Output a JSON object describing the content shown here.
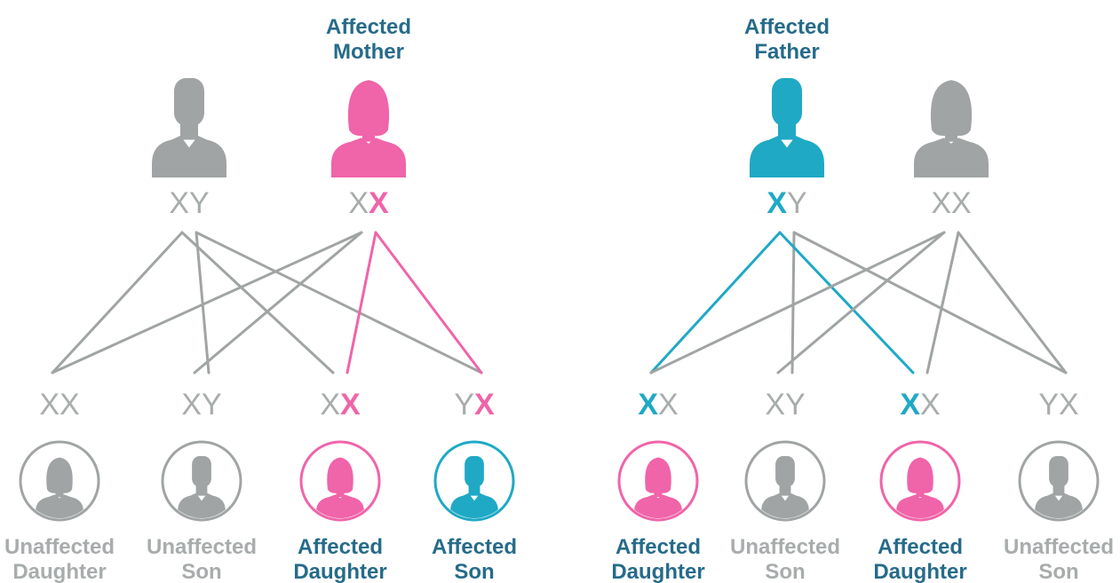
{
  "colors": {
    "gray": "#a0a4a4",
    "gray_text": "#a8acac",
    "pink": "#f064a9",
    "teal": "#1fa9c5",
    "title": "#266b8a"
  },
  "panels": [
    {
      "id": "mother",
      "title": [
        "Affected",
        "Mother"
      ],
      "parents": [
        {
          "sex": "male",
          "status": "unaffected",
          "icon": "man-silhouette-icon",
          "genotype": [
            {
              "t": "X",
              "c": "gray"
            },
            {
              "t": "Y",
              "c": "gray"
            }
          ]
        },
        {
          "sex": "female",
          "status": "affected",
          "icon": "woman-silhouette-icon",
          "genotype": [
            {
              "t": "X",
              "c": "gray"
            },
            {
              "t": "X",
              "c": "pink",
              "bold": true
            }
          ]
        }
      ],
      "children": [
        {
          "sex": "female",
          "status": "unaffected",
          "icon": "woman-avatar-icon",
          "genotype": [
            {
              "t": "X",
              "c": "gray"
            },
            {
              "t": "X",
              "c": "gray"
            }
          ],
          "label": [
            "Unaffected",
            "Daughter"
          ]
        },
        {
          "sex": "male",
          "status": "unaffected",
          "icon": "man-avatar-icon",
          "genotype": [
            {
              "t": "X",
              "c": "gray"
            },
            {
              "t": "Y",
              "c": "gray"
            }
          ],
          "label": [
            "Unaffected",
            "Son"
          ]
        },
        {
          "sex": "female",
          "status": "affected",
          "icon": "woman-avatar-icon",
          "genotype": [
            {
              "t": "X",
              "c": "gray"
            },
            {
              "t": "X",
              "c": "pink",
              "bold": true
            }
          ],
          "label": [
            "Affected",
            "Daughter"
          ]
        },
        {
          "sex": "male",
          "status": "affected",
          "icon": "man-avatar-icon",
          "genotype": [
            {
              "t": "Y",
              "c": "gray"
            },
            {
              "t": "X",
              "c": "pink",
              "bold": true
            }
          ],
          "label": [
            "Affected",
            "Son"
          ]
        }
      ]
    },
    {
      "id": "father",
      "title": [
        "Affected",
        "Father"
      ],
      "parents": [
        {
          "sex": "male",
          "status": "affected",
          "icon": "man-silhouette-icon",
          "genotype": [
            {
              "t": "X",
              "c": "teal",
              "bold": true
            },
            {
              "t": "Y",
              "c": "gray"
            }
          ]
        },
        {
          "sex": "female",
          "status": "unaffected",
          "icon": "woman-silhouette-icon",
          "genotype": [
            {
              "t": "X",
              "c": "gray"
            },
            {
              "t": "X",
              "c": "gray"
            }
          ]
        }
      ],
      "children": [
        {
          "sex": "female",
          "status": "affected",
          "icon": "woman-avatar-icon",
          "genotype": [
            {
              "t": "X",
              "c": "teal",
              "bold": true
            },
            {
              "t": "X",
              "c": "gray"
            }
          ],
          "label": [
            "Affected",
            "Daughter"
          ]
        },
        {
          "sex": "male",
          "status": "unaffected",
          "icon": "man-avatar-icon",
          "genotype": [
            {
              "t": "X",
              "c": "gray"
            },
            {
              "t": "Y",
              "c": "gray"
            }
          ],
          "label": [
            "Unaffected",
            "Son"
          ]
        },
        {
          "sex": "female",
          "status": "affected",
          "icon": "woman-avatar-icon",
          "genotype": [
            {
              "t": "X",
              "c": "teal",
              "bold": true
            },
            {
              "t": "X",
              "c": "gray"
            }
          ],
          "label": [
            "Affected",
            "Daughter"
          ]
        },
        {
          "sex": "male",
          "status": "unaffected",
          "icon": "man-avatar-icon",
          "genotype": [
            {
              "t": "Y",
              "c": "gray"
            },
            {
              "t": "X",
              "c": "gray"
            }
          ],
          "label": [
            "Unaffected",
            "Son"
          ]
        }
      ]
    }
  ]
}
